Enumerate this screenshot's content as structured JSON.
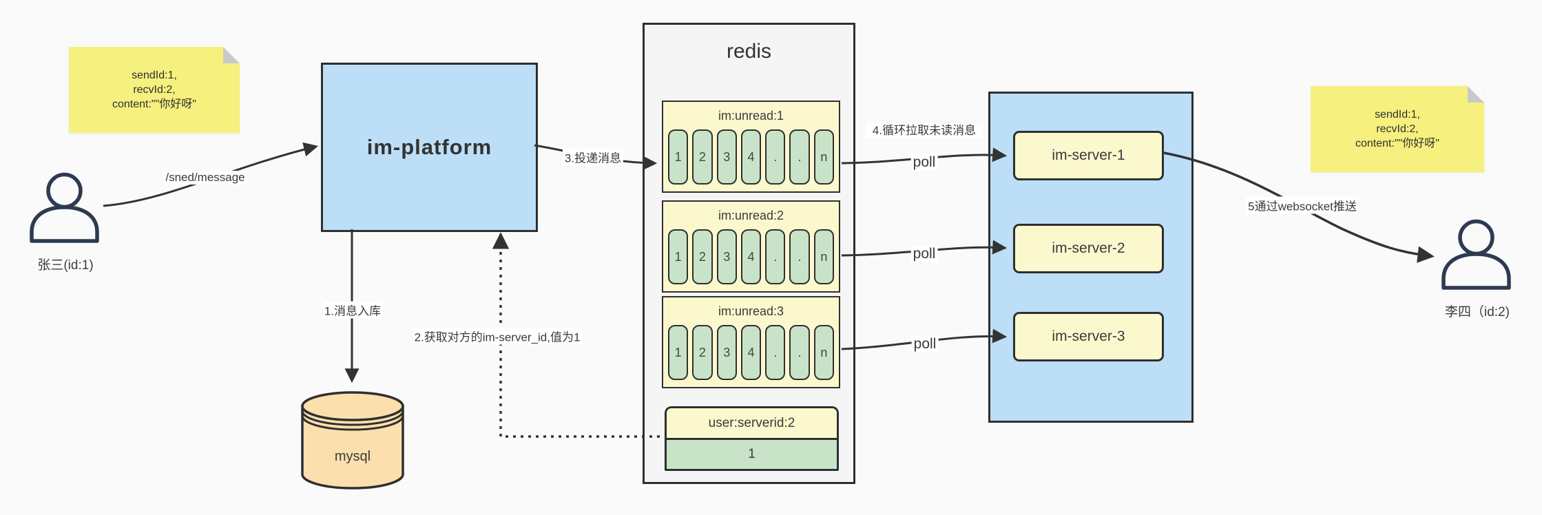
{
  "diagram": {
    "palette": {
      "note_yellow": "#f6f07e",
      "container_blue": "#bddef7",
      "box_pale_yellow": "#fcf8ce",
      "cell_green": "#c9e3c9",
      "db_orange": "#fbdfad",
      "redis_gray": "#f5f5f5",
      "line_dark": "#333333"
    },
    "notes": {
      "left": {
        "line1": "sendId:1,",
        "line2": "recvId:2,",
        "line3": "content:\"\"你好呀\""
      },
      "right": {
        "line1": "sendId:1,",
        "line2": "recvId:2,",
        "line3": "content:\"\"你好呀\""
      }
    },
    "actors": {
      "sender": {
        "label": "张三(id:1)"
      },
      "receiver": {
        "label": "李四（id:2)"
      }
    },
    "platform": {
      "label": "im-platform"
    },
    "database": {
      "label": "mysql"
    },
    "redis": {
      "title": "redis",
      "queues": [
        {
          "title": "im:unread:1",
          "cells": [
            "1",
            "2",
            "3",
            "4",
            ".",
            ".",
            "n"
          ]
        },
        {
          "title": "im:unread:2",
          "cells": [
            "1",
            "2",
            "3",
            "4",
            ".",
            ".",
            "n"
          ]
        },
        {
          "title": "im:unread:3",
          "cells": [
            "1",
            "2",
            "3",
            "4",
            ".",
            ".",
            "n"
          ]
        }
      ],
      "kv": {
        "title": "user:serverid:2",
        "value": "1"
      }
    },
    "servers": {
      "items": [
        {
          "label": "im-server-1"
        },
        {
          "label": "im-server-2"
        },
        {
          "label": "im-server-3"
        }
      ]
    },
    "edges": {
      "send": "/sned/message",
      "step1": "1.消息入库",
      "step2": "2.获取对方的im-server_id,值为1",
      "step3": "3.投递消息",
      "step4": "4.循环拉取未读消息",
      "step5": "5通过websocket推送",
      "poll1": "poll",
      "poll2": "poll",
      "poll3": "poll"
    }
  }
}
